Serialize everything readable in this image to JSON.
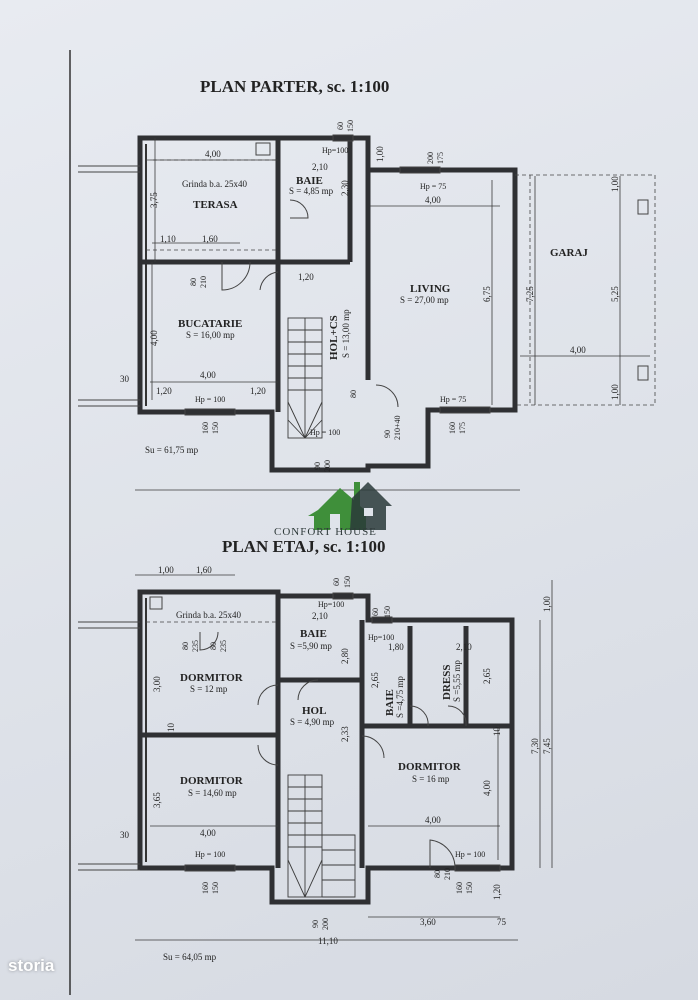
{
  "titles": {
    "ground": "PLAN  PARTER, sc. 1:100",
    "upper": "PLAN  ETAJ, sc. 1:100"
  },
  "ground_floor": {
    "rooms": {
      "terasa": "TERASA",
      "baie": "BAIE",
      "baie_area": "S = 4,85 mp",
      "living": "LIVING",
      "living_area": "S = 27,00 mp",
      "garaj": "GARAJ",
      "bucatarie": "BUCATARIE",
      "bucatarie_area": "S = 16,00 mp",
      "hol": "HOL+CS",
      "hol_area": "S = 13,00 mp"
    },
    "notes": {
      "grinda": "Grinda b.a. 25x40",
      "su": "Su = 61,75 mp",
      "hp100_top": "Hp=100",
      "hp75_top": "Hp = 75",
      "hp100_bottom": "Hp = 100",
      "hp75_bottom": "Hp = 75",
      "hp100_stair": "Hp = 100"
    },
    "dims": {
      "d400_a": "4,00",
      "d210": "2,10",
      "d375": "3,75",
      "d230": "2,30",
      "d110": "1,10",
      "d160": "1,60",
      "d120_a": "1,20",
      "d400_b": "4,00",
      "d400_c": "4,00",
      "d120_b": "1,20",
      "d120_c": "1,20",
      "d30": "30",
      "d400_living": "4,00",
      "d675": "6,75",
      "d725": "7,25",
      "d525": "5,25",
      "d100_a": "1,00",
      "d100_b": "1,00",
      "d400_garaj": "4,00",
      "d100_c": "1,00",
      "d60": "60",
      "d150": "150",
      "d200": "200",
      "d175": "175",
      "d160_w": "160",
      "d150_w": "150",
      "d160_w2": "160",
      "d175_w2": "175",
      "d90": "90",
      "d210_40": "210+40",
      "d90_b": "90",
      "d200_b": "200",
      "d80": "80",
      "d210_b": "210",
      "d80_b": "80"
    }
  },
  "logo": {
    "text": "CONFORT HOUSE"
  },
  "upper_floor": {
    "rooms": {
      "dormitor1": "DORMITOR",
      "dormitor1_area": "S = 12 mp",
      "dormitor2": "DORMITOR",
      "dormitor2_area": "S = 14,60 mp",
      "baie": "BAIE",
      "baie_area": "S =5,90 mp",
      "hol": "HOL",
      "hol_area": "S = 4,90 mp",
      "baie2": "BAIE",
      "baie2_area": "S =4,75 mp",
      "dress": "DRESS",
      "dress_area": "S =5,55 mp",
      "dormitor3": "DORMITOR",
      "dormitor3_area": "S = 16 mp"
    },
    "notes": {
      "grinda": "Grinda b.a. 25x40",
      "su": "Su = 64,05 mp",
      "hp100_top": "Hp=100",
      "hp100_right": "Hp=100",
      "hp100_bottom": "Hp = 100",
      "hp100_br": "Hp = 100"
    },
    "dims": {
      "d100": "1,00",
      "d160": "1,60",
      "d210": "2,10",
      "d300": "3,00",
      "d365": "3,65",
      "d280": "2,80",
      "d233": "2,33",
      "d265_a": "2,65",
      "d265_b": "2,65",
      "d180": "1,80",
      "d210_b": "2,10",
      "d400_a": "4,00",
      "d400_b": "4,00",
      "d400_c": "4,00",
      "d730": "7,30",
      "d745": "7,45",
      "d100_r": "1,00",
      "d120": "1,20",
      "d360": "3,60",
      "d75": "75",
      "d1110": "11,10",
      "d30": "30",
      "d10": "10",
      "d10_b": "10",
      "d60": "60",
      "d150": "150",
      "d60_b": "60",
      "d150_b": "150",
      "d160_w": "160",
      "d150_w": "150",
      "d160_w2": "160",
      "d150_w3": "150",
      "d90": "90",
      "d200": "200",
      "d80": "80",
      "d235": "235",
      "d80_b": "80",
      "d235_b": "235",
      "d80_c": "80",
      "d210_c": "210"
    }
  },
  "watermark": {
    "brand": "storia"
  },
  "colors": {
    "paper": "#e4e7ed",
    "ink": "#2f3033",
    "logo_green": "#3f8f3a",
    "logo_dark": "#2a3a3a"
  }
}
